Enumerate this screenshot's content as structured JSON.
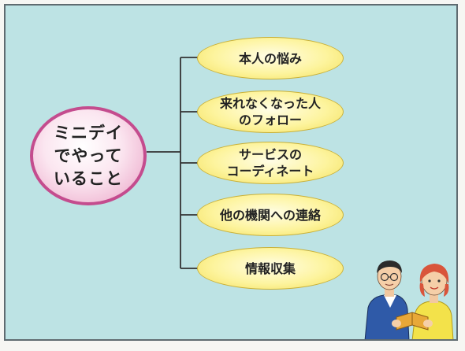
{
  "center": {
    "lines": [
      "ミニデイ",
      "でやって",
      "いること"
    ]
  },
  "branches": [
    {
      "lines": [
        "本人の悩み"
      ]
    },
    {
      "lines": [
        "来れなくなった人",
        "のフォロー"
      ]
    },
    {
      "lines": [
        "サービスの",
        "コーディネート"
      ]
    },
    {
      "lines": [
        "他の機関への連絡"
      ]
    },
    {
      "lines": [
        "情報収集"
      ]
    }
  ],
  "colors": {
    "panel_background": "#bde3e4",
    "center_border": "#c44c8e",
    "leaf_fill": "#fdf49e",
    "connector": "#333333"
  },
  "illustration": "two-people-reading-icon"
}
